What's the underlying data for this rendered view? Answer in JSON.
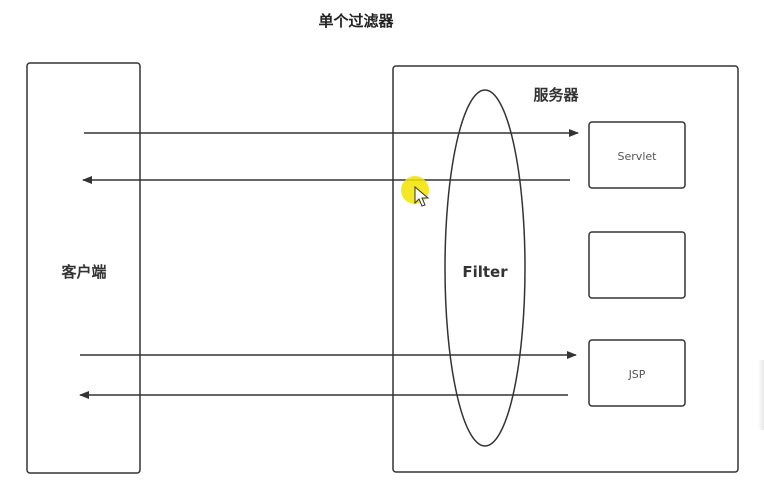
{
  "diagram": {
    "title": "单个过滤器",
    "client": {
      "label": "客户端"
    },
    "server": {
      "label": "服务器"
    },
    "filter": {
      "label": "Filter"
    },
    "targets": [
      {
        "label": "Servlet"
      },
      {
        "label": ""
      },
      {
        "label": "JSP"
      }
    ]
  },
  "cursor": {
    "highlight_color": "#f2e300"
  },
  "colors": {
    "stroke": "#333333",
    "background": "#ffffff"
  }
}
